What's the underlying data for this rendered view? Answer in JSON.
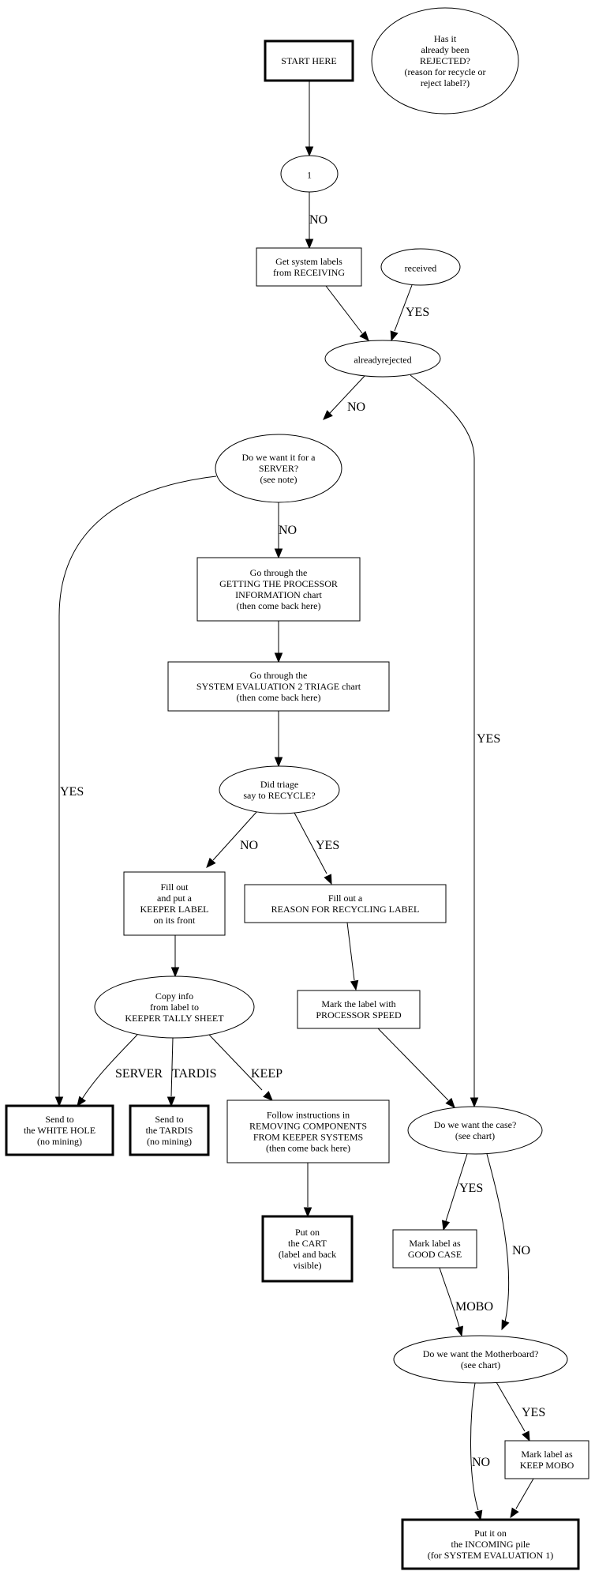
{
  "diagram": {
    "type": "flowchart",
    "nodes": [
      {
        "id": "start",
        "shape": "box-bold",
        "lines": [
          "START HERE"
        ]
      },
      {
        "id": "note",
        "shape": "ellipse",
        "lines": [
          "Has it",
          "already been",
          "REJECTED?",
          "(reason for recycle or",
          "reject label?)"
        ]
      },
      {
        "id": "one",
        "shape": "ellipse",
        "lines": [
          "1"
        ]
      },
      {
        "id": "getlabels",
        "shape": "box",
        "lines": [
          "Get system labels",
          "from RECEIVING"
        ]
      },
      {
        "id": "received",
        "shape": "ellipse",
        "lines": [
          "received"
        ]
      },
      {
        "id": "alreadyrejected",
        "shape": "ellipse",
        "lines": [
          "alreadyrejected"
        ]
      },
      {
        "id": "server",
        "shape": "ellipse",
        "lines": [
          "Do we want it for a",
          "SERVER?",
          "(see note)"
        ]
      },
      {
        "id": "procinfo",
        "shape": "box",
        "lines": [
          "Go through the",
          "GETTING THE PROCESSOR",
          "INFORMATION chart",
          "(then come back here)"
        ]
      },
      {
        "id": "triage",
        "shape": "box",
        "lines": [
          "Go through the",
          "SYSTEM EVALUATION 2 TRIAGE chart",
          "(then come back here)"
        ]
      },
      {
        "id": "recycle",
        "shape": "ellipse",
        "lines": [
          "Did triage",
          "say to RECYCLE?"
        ]
      },
      {
        "id": "keeperlabel",
        "shape": "box",
        "lines": [
          "Fill out",
          "and put a",
          "KEEPER LABEL",
          "on its front"
        ]
      },
      {
        "id": "reasonlabel",
        "shape": "box",
        "lines": [
          "Fill out a",
          "REASON FOR RECYCLING LABEL"
        ]
      },
      {
        "id": "procspeed",
        "shape": "box",
        "lines": [
          "Mark the label with",
          "PROCESSOR SPEED"
        ]
      },
      {
        "id": "tally",
        "shape": "ellipse",
        "lines": [
          "Copy info",
          "from label to",
          "KEEPER TALLY SHEET"
        ]
      },
      {
        "id": "whitehole",
        "shape": "box-bold",
        "lines": [
          "Send to",
          "the WHITE HOLE",
          "(no mining)"
        ]
      },
      {
        "id": "tardis",
        "shape": "box-bold",
        "lines": [
          "Send to",
          "the TARDIS",
          "(no mining)"
        ]
      },
      {
        "id": "removing",
        "shape": "box",
        "lines": [
          "Follow instructions in",
          "REMOVING COMPONENTS",
          "FROM KEEPER SYSTEMS",
          "(then come back here)"
        ]
      },
      {
        "id": "cart",
        "shape": "box-bold",
        "lines": [
          "Put on",
          "the CART",
          "(label and back",
          "visible)"
        ]
      },
      {
        "id": "case",
        "shape": "ellipse",
        "lines": [
          "Do we want the case?",
          "(see chart)"
        ]
      },
      {
        "id": "goodcase",
        "shape": "box",
        "lines": [
          "Mark label as",
          "GOOD CASE"
        ]
      },
      {
        "id": "mobo",
        "shape": "ellipse",
        "lines": [
          "Do we want the Motherboard?",
          "(see chart)"
        ]
      },
      {
        "id": "keepmobo",
        "shape": "box",
        "lines": [
          "Mark label as",
          "KEEP MOBO"
        ]
      },
      {
        "id": "incoming",
        "shape": "box-bold",
        "lines": [
          "Put it on",
          "the INCOMING pile",
          "(for SYSTEM EVALUATION 1)"
        ]
      }
    ],
    "edges": [
      {
        "from": "start",
        "to": "one",
        "label": ""
      },
      {
        "from": "one",
        "to": "getlabels",
        "label": "NO"
      },
      {
        "from": "getlabels",
        "to": "alreadyrejected",
        "label": ""
      },
      {
        "from": "received",
        "to": "alreadyrejected",
        "label": "YES"
      },
      {
        "from": "alreadyrejected",
        "to": "server",
        "label": "NO"
      },
      {
        "from": "alreadyrejected",
        "to": "case",
        "label": "YES"
      },
      {
        "from": "server",
        "to": "procinfo",
        "label": "NO"
      },
      {
        "from": "server",
        "to": "whitehole",
        "label": "YES"
      },
      {
        "from": "procinfo",
        "to": "triage",
        "label": ""
      },
      {
        "from": "triage",
        "to": "recycle",
        "label": ""
      },
      {
        "from": "recycle",
        "to": "keeperlabel",
        "label": "NO"
      },
      {
        "from": "recycle",
        "to": "reasonlabel",
        "label": "YES"
      },
      {
        "from": "keeperlabel",
        "to": "tally",
        "label": ""
      },
      {
        "from": "reasonlabel",
        "to": "procspeed",
        "label": ""
      },
      {
        "from": "procspeed",
        "to": "case",
        "label": ""
      },
      {
        "from": "tally",
        "to": "whitehole",
        "label": "SERVER"
      },
      {
        "from": "tally",
        "to": "tardis",
        "label": "TARDIS"
      },
      {
        "from": "tally",
        "to": "removing",
        "label": "KEEP"
      },
      {
        "from": "removing",
        "to": "cart",
        "label": ""
      },
      {
        "from": "case",
        "to": "goodcase",
        "label": "YES"
      },
      {
        "from": "case",
        "to": "mobo",
        "label": "NO"
      },
      {
        "from": "goodcase",
        "to": "mobo",
        "label": "MOBO"
      },
      {
        "from": "mobo",
        "to": "keepmobo",
        "label": "YES"
      },
      {
        "from": "mobo",
        "to": "incoming",
        "label": "NO"
      },
      {
        "from": "keepmobo",
        "to": "incoming",
        "label": ""
      }
    ]
  }
}
